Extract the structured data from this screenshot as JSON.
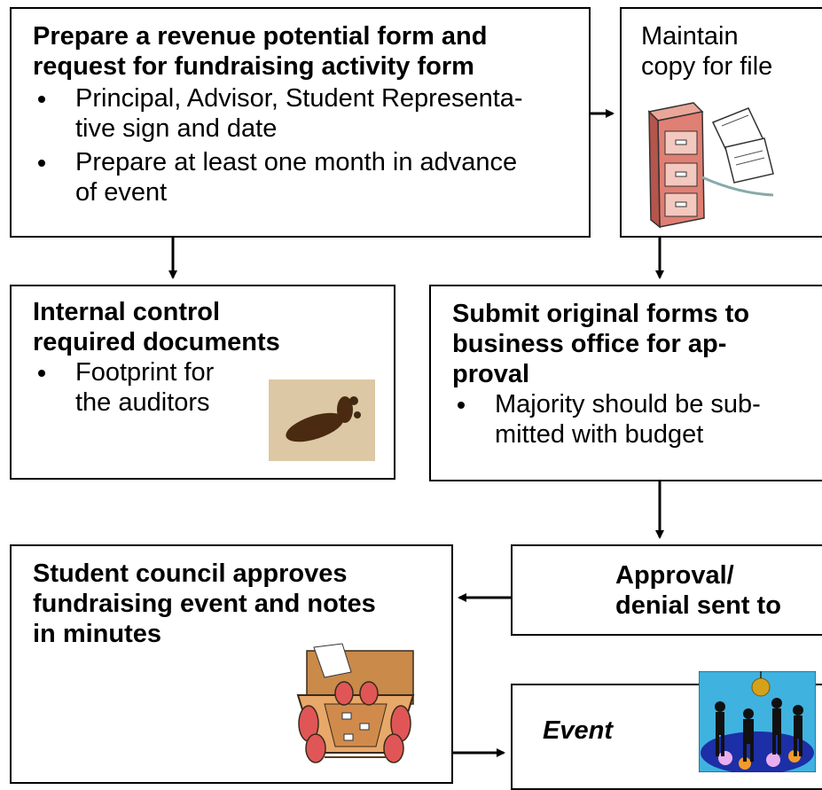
{
  "boxes": {
    "prepare": {
      "title_line1": "Prepare a revenue potential form and",
      "title_line2": "request for fundraising activity form",
      "bullets": [
        {
          "line1": "Principal, Advisor, Student Representa-",
          "line2": "tive sign and date"
        },
        {
          "line1": "Prepare at least one month in advance",
          "line2": "of event"
        }
      ]
    },
    "maintain": {
      "line1": "Maintain",
      "line2": "copy for file"
    },
    "internal": {
      "title_line1": "Internal control",
      "title_line2": "required documents",
      "bullet_line1": "Footprint for",
      "bullet_line2": "the auditors"
    },
    "submit": {
      "title_line1": "Submit original forms to",
      "title_line2": "business office for ap-",
      "title_line3": "proval",
      "bullet_line1": "Majority should be sub-",
      "bullet_line2": "mitted with budget"
    },
    "approval": {
      "line1": "Approval/",
      "line2": "denial sent to"
    },
    "council": {
      "title_line1": "Student council approves",
      "title_line2": "fundraising event and notes",
      "title_line3": "in minutes"
    },
    "event": {
      "label": "Event"
    }
  },
  "clipart": {
    "cabinet": "filing-cabinet-icon",
    "footprint": "footprint-icon",
    "meeting": "meeting-table-icon",
    "dancers": "dancers-icon"
  }
}
